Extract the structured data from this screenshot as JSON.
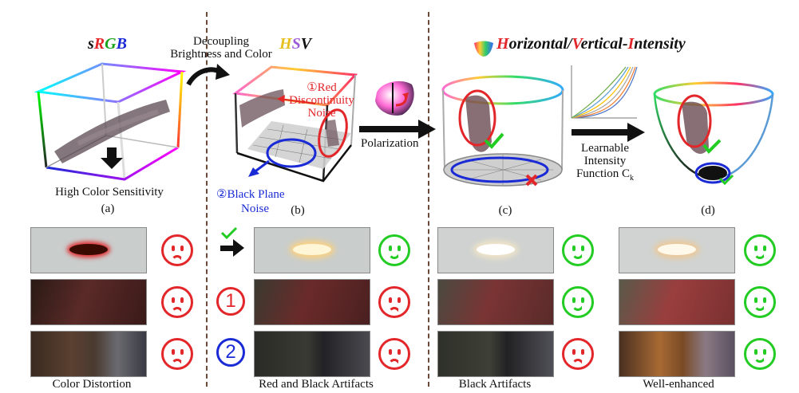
{
  "panel_a": {
    "title": "sRGB",
    "caption": "High Color Sensitivity",
    "label": "(a)"
  },
  "arrow_ab": {
    "label_line1": "Decoupling",
    "label_line2": "Brightness and Color"
  },
  "panel_b": {
    "title": "HSV",
    "note_red_line1": "①Red",
    "note_red_line2": "Discontinuity",
    "note_red_line3": "Noise",
    "note_blue_line1": "②Black Plane",
    "note_blue_line2": "Noise",
    "label": "(b)"
  },
  "arrow_bc": {
    "label": "Polarization"
  },
  "panel_c": {
    "label": "(c)"
  },
  "hvi_title": {
    "h": "H",
    "h_rest": "orizontal/",
    "v": "V",
    "v_rest": "ertical-",
    "i": "I",
    "i_rest": "ntensity"
  },
  "arrow_cd": {
    "label_line1": "Learnable",
    "label_line2": "Intensity",
    "label_line3": "Function C",
    "label_sub": "k"
  },
  "panel_d": {
    "label": "(d)"
  },
  "row_markers": {
    "num1": "1",
    "num2": "2"
  },
  "captions": {
    "col1": "Color Distortion",
    "col2": "Red and Black Artifacts",
    "col3": "Black Artifacts",
    "col4": "Well-enhanced"
  },
  "colors": {
    "red": "#e2262a",
    "green": "#22cc22",
    "blue": "#1a2bd6",
    "separator": "#6b4a3a"
  }
}
